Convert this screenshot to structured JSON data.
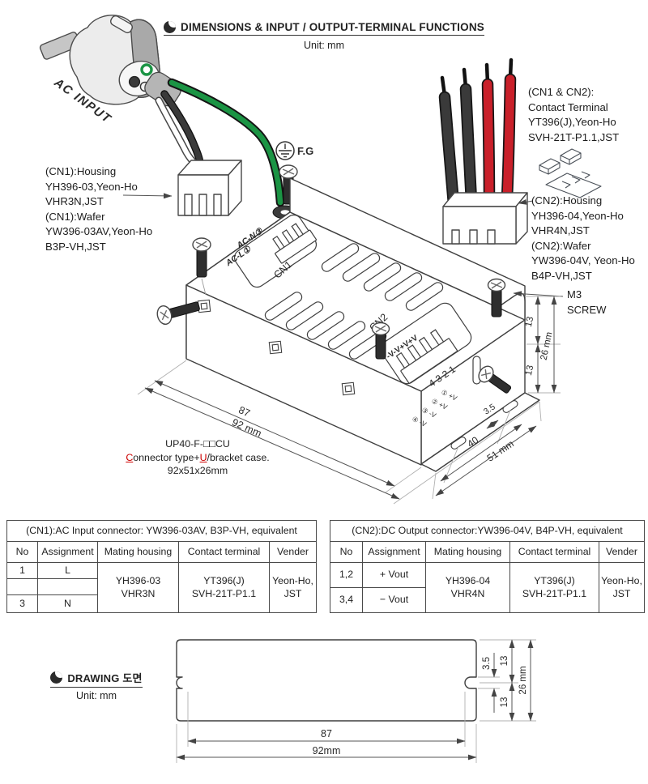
{
  "header": {
    "title": "DIMENSIONS & INPUT / OUTPUT-TERMINAL FUNCTIONS",
    "unit": "Unit: mm"
  },
  "iso": {
    "ac_input": "AC INPUT",
    "fg": "F.G",
    "cn1_note": "(CN1):Housing\nYH396-03,Yeon-Ho\nVHR3N,JST\n(CN1):Wafer\nYW396-03AV,Yeon-Ho\nB3P-VH,JST",
    "terminal_note": "(CN1 & CN2):\nContact Terminal\nYT396(J),Yeon-Ho\nSVH-21T-P1.1,JST",
    "cn2_note": "(CN2):Housing\nYH396-04,Yeon-Ho\nVHR4N,JST\n(CN2):Wafer\nYW396-04V, Yeon-Ho\nB4P-VH,JST",
    "m3_note": "M3\nSCREW",
    "cn1": "CN1",
    "cn2": "CN2",
    "ac_n": "AC-N③",
    "ac_l": "AC-L①",
    "pins_v": "-V-V+V+V",
    "pins_num": "4 3 2 1",
    "side_pins": [
      "① +V",
      "② +V",
      "③ -V",
      "④ -V"
    ],
    "d87": "87",
    "d92": "92 mm",
    "d40": "40",
    "d51": "51 mm",
    "d35": "3.5",
    "d13a": "13",
    "d13b": "13",
    "d26": "26 mm",
    "model_line1": "UP40-F-□□CU",
    "model_c": "C",
    "model_mid": "onnector type+",
    "model_u": "U",
    "model_end": "/bracket case.",
    "model_line3": "92x51x26mm"
  },
  "tables": {
    "cn1": {
      "title": "(CN1):AC Input connector: YW396-03AV, B3P-VH, equivalent",
      "headers": [
        "No",
        "Assignment",
        "Mating housing",
        "Contact terminal",
        "Vender"
      ],
      "rows": [
        [
          "1",
          "L"
        ],
        [
          "",
          ""
        ],
        [
          "3",
          "N"
        ]
      ],
      "mating": "YH396-03\nVHR3N",
      "contact": "YT396(J)\nSVH-21T-P1.1",
      "vender": "Yeon-Ho,\nJST"
    },
    "cn2": {
      "title": "(CN2):DC Output connector:YW396-04V, B4P-VH, equivalent",
      "headers": [
        "No",
        "Assignment",
        "Mating housing",
        "Contact terminal",
        "Vender"
      ],
      "rows": [
        [
          "1,2",
          "+ Vout"
        ],
        [
          "3,4",
          "− Vout"
        ]
      ],
      "mating": "YH396-04\nVHR4N",
      "contact": "YT396(J)\nSVH-21T-P1.1",
      "vender": "Yeon-Ho,\nJST"
    }
  },
  "drawing": {
    "title": "DRAWING 도면",
    "unit": "Unit: mm",
    "d87": "87",
    "d92": "92mm",
    "d35": "3.5",
    "d13a": "13",
    "d13b": "13",
    "d26": "26 mm"
  },
  "colors": {
    "wire_green": "#1b9444",
    "wire_red": "#c9202a",
    "highlight_red": "#cc0000"
  }
}
